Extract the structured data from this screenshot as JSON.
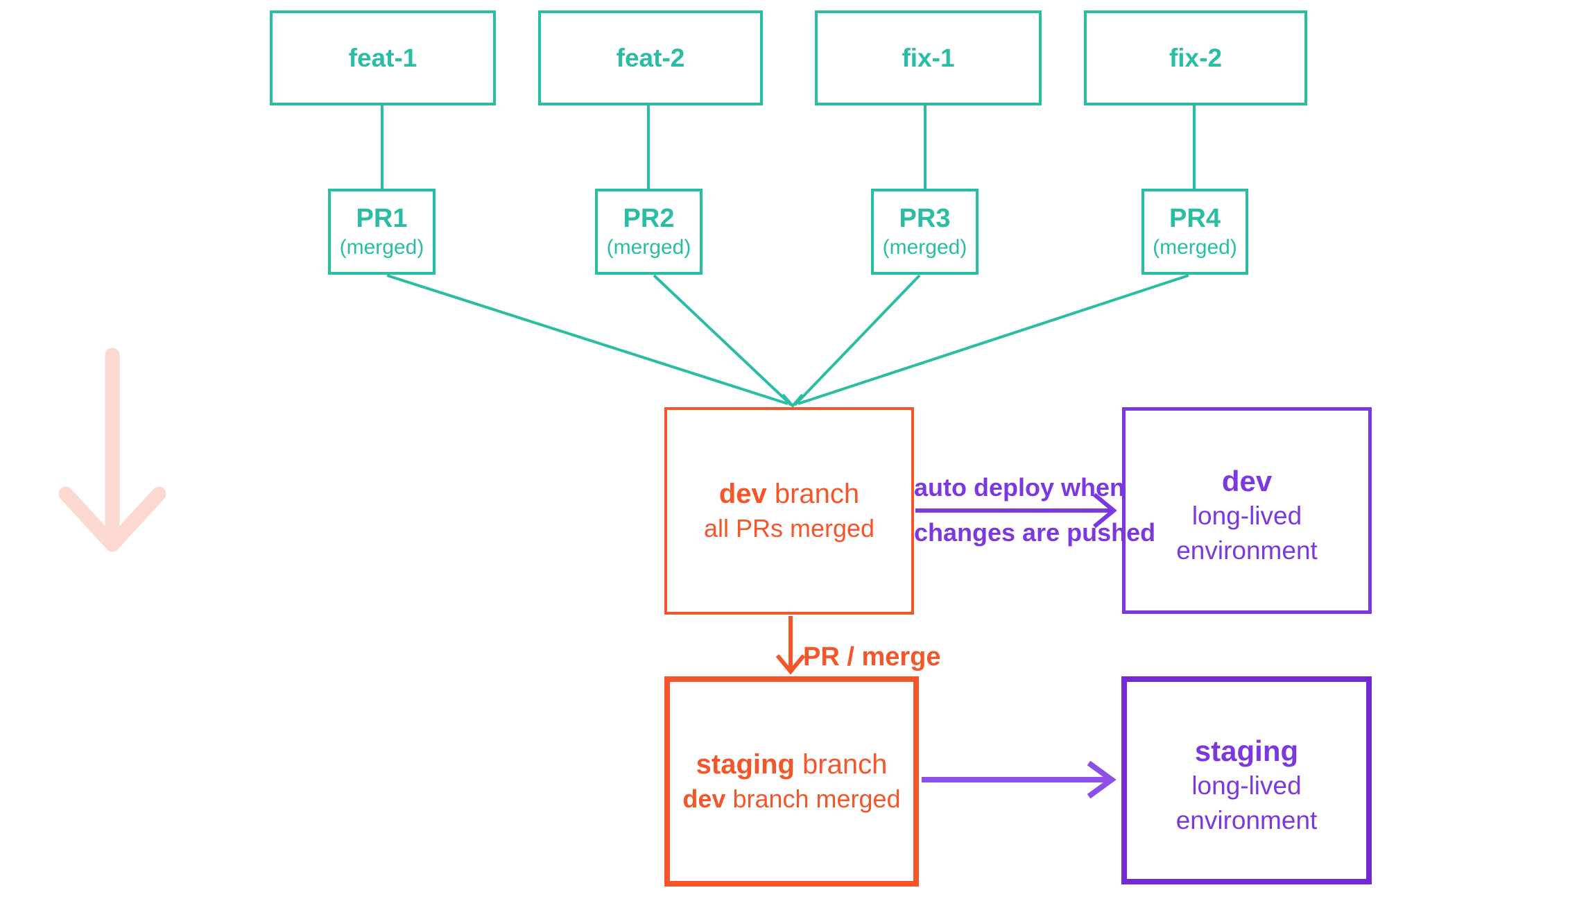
{
  "colors": {
    "teal": "#29bda4",
    "orange": "#f4562a",
    "purple": "#7c38e0",
    "purple_deep": "#7329d4",
    "purple_light": "#8b4fe8",
    "pink": "#fcd9d0",
    "background": "#ffffff"
  },
  "icons": {
    "flow_direction": "big-down-arrow"
  },
  "branch_boxes": [
    {
      "label": "feat-1"
    },
    {
      "label": "feat-2"
    },
    {
      "label": "fix-1"
    },
    {
      "label": "fix-2"
    }
  ],
  "pr_boxes": [
    {
      "title": "PR1",
      "subtitle": "(merged)"
    },
    {
      "title": "PR2",
      "subtitle": "(merged)"
    },
    {
      "title": "PR3",
      "subtitle": "(merged)"
    },
    {
      "title": "PR4",
      "subtitle": "(merged)"
    }
  ],
  "dev_branch_box": {
    "title_bold": "dev",
    "title_rest": " branch",
    "subtitle": "all PRs merged"
  },
  "dev_env_box": {
    "title": "dev",
    "line2": "long-lived",
    "line3": "environment"
  },
  "staging_branch_box": {
    "title_bold": "staging",
    "title_rest": " branch",
    "subtitle_bold": "dev",
    "subtitle_rest": " branch merged"
  },
  "staging_env_box": {
    "title": "staging",
    "line2": "long-lived",
    "line3": "environment"
  },
  "labels": {
    "auto_deploy_line1": "auto deploy when",
    "auto_deploy_line2": "changes are pushed",
    "pr_merge": "PR / merge"
  }
}
